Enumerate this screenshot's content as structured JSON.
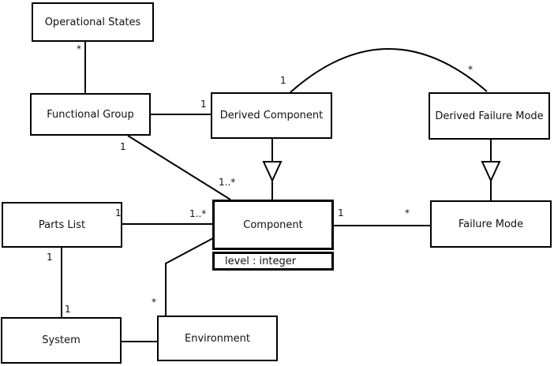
{
  "diagram_type": "uml-class-diagram",
  "colors": {
    "background": "#ffffff",
    "line": "#000000",
    "text": "#111111",
    "node_fill": "#ffffff"
  },
  "nodes": {
    "operational_states": {
      "label": "Operational States"
    },
    "functional_group": {
      "label": "Functional Group"
    },
    "derived_component": {
      "label": "Derived Component"
    },
    "derived_failure_mode": {
      "label": "Derived Failure Mode"
    },
    "parts_list": {
      "label": "Parts List"
    },
    "component": {
      "label": "Component",
      "attribute": "level : integer"
    },
    "failure_mode": {
      "label": "Failure Mode"
    },
    "system": {
      "label": "System"
    },
    "environment": {
      "label": "Environment"
    }
  },
  "multiplicities": {
    "operational_states_end": "*",
    "fg_to_derived_component": "1",
    "fg_to_component_near_group": "1",
    "fg_to_component_near_component": "1..*",
    "arc_near_derived_component": "1",
    "arc_near_derived_failure_mode": "*",
    "parts_list_corner": "1",
    "parts_list_to_component_near_component": "1..*",
    "parts_list_to_system_near_list": "1",
    "parts_list_to_system_near_system": "1",
    "component_to_failure_mode_near_component": "1",
    "component_to_failure_mode_near_failure_mode": "*",
    "environment_to_component_near_environment": "*"
  },
  "edges": [
    {
      "from": "Operational States",
      "to": "Functional Group",
      "type": "association"
    },
    {
      "from": "Functional Group",
      "to": "Derived Component",
      "type": "association"
    },
    {
      "from": "Functional Group",
      "to": "Component",
      "type": "association"
    },
    {
      "from": "Derived Component",
      "to": "Component",
      "type": "generalization"
    },
    {
      "from": "Derived Component",
      "to": "Derived Failure Mode",
      "type": "association-arc"
    },
    {
      "from": "Derived Failure Mode",
      "to": "Failure Mode",
      "type": "generalization"
    },
    {
      "from": "Parts List",
      "to": "Component",
      "type": "association"
    },
    {
      "from": "Parts List",
      "to": "System",
      "type": "association"
    },
    {
      "from": "Component",
      "to": "Failure Mode",
      "type": "association"
    },
    {
      "from": "Environment",
      "to": "Component",
      "type": "association"
    },
    {
      "from": "System",
      "to": "Environment",
      "type": "association"
    }
  ]
}
